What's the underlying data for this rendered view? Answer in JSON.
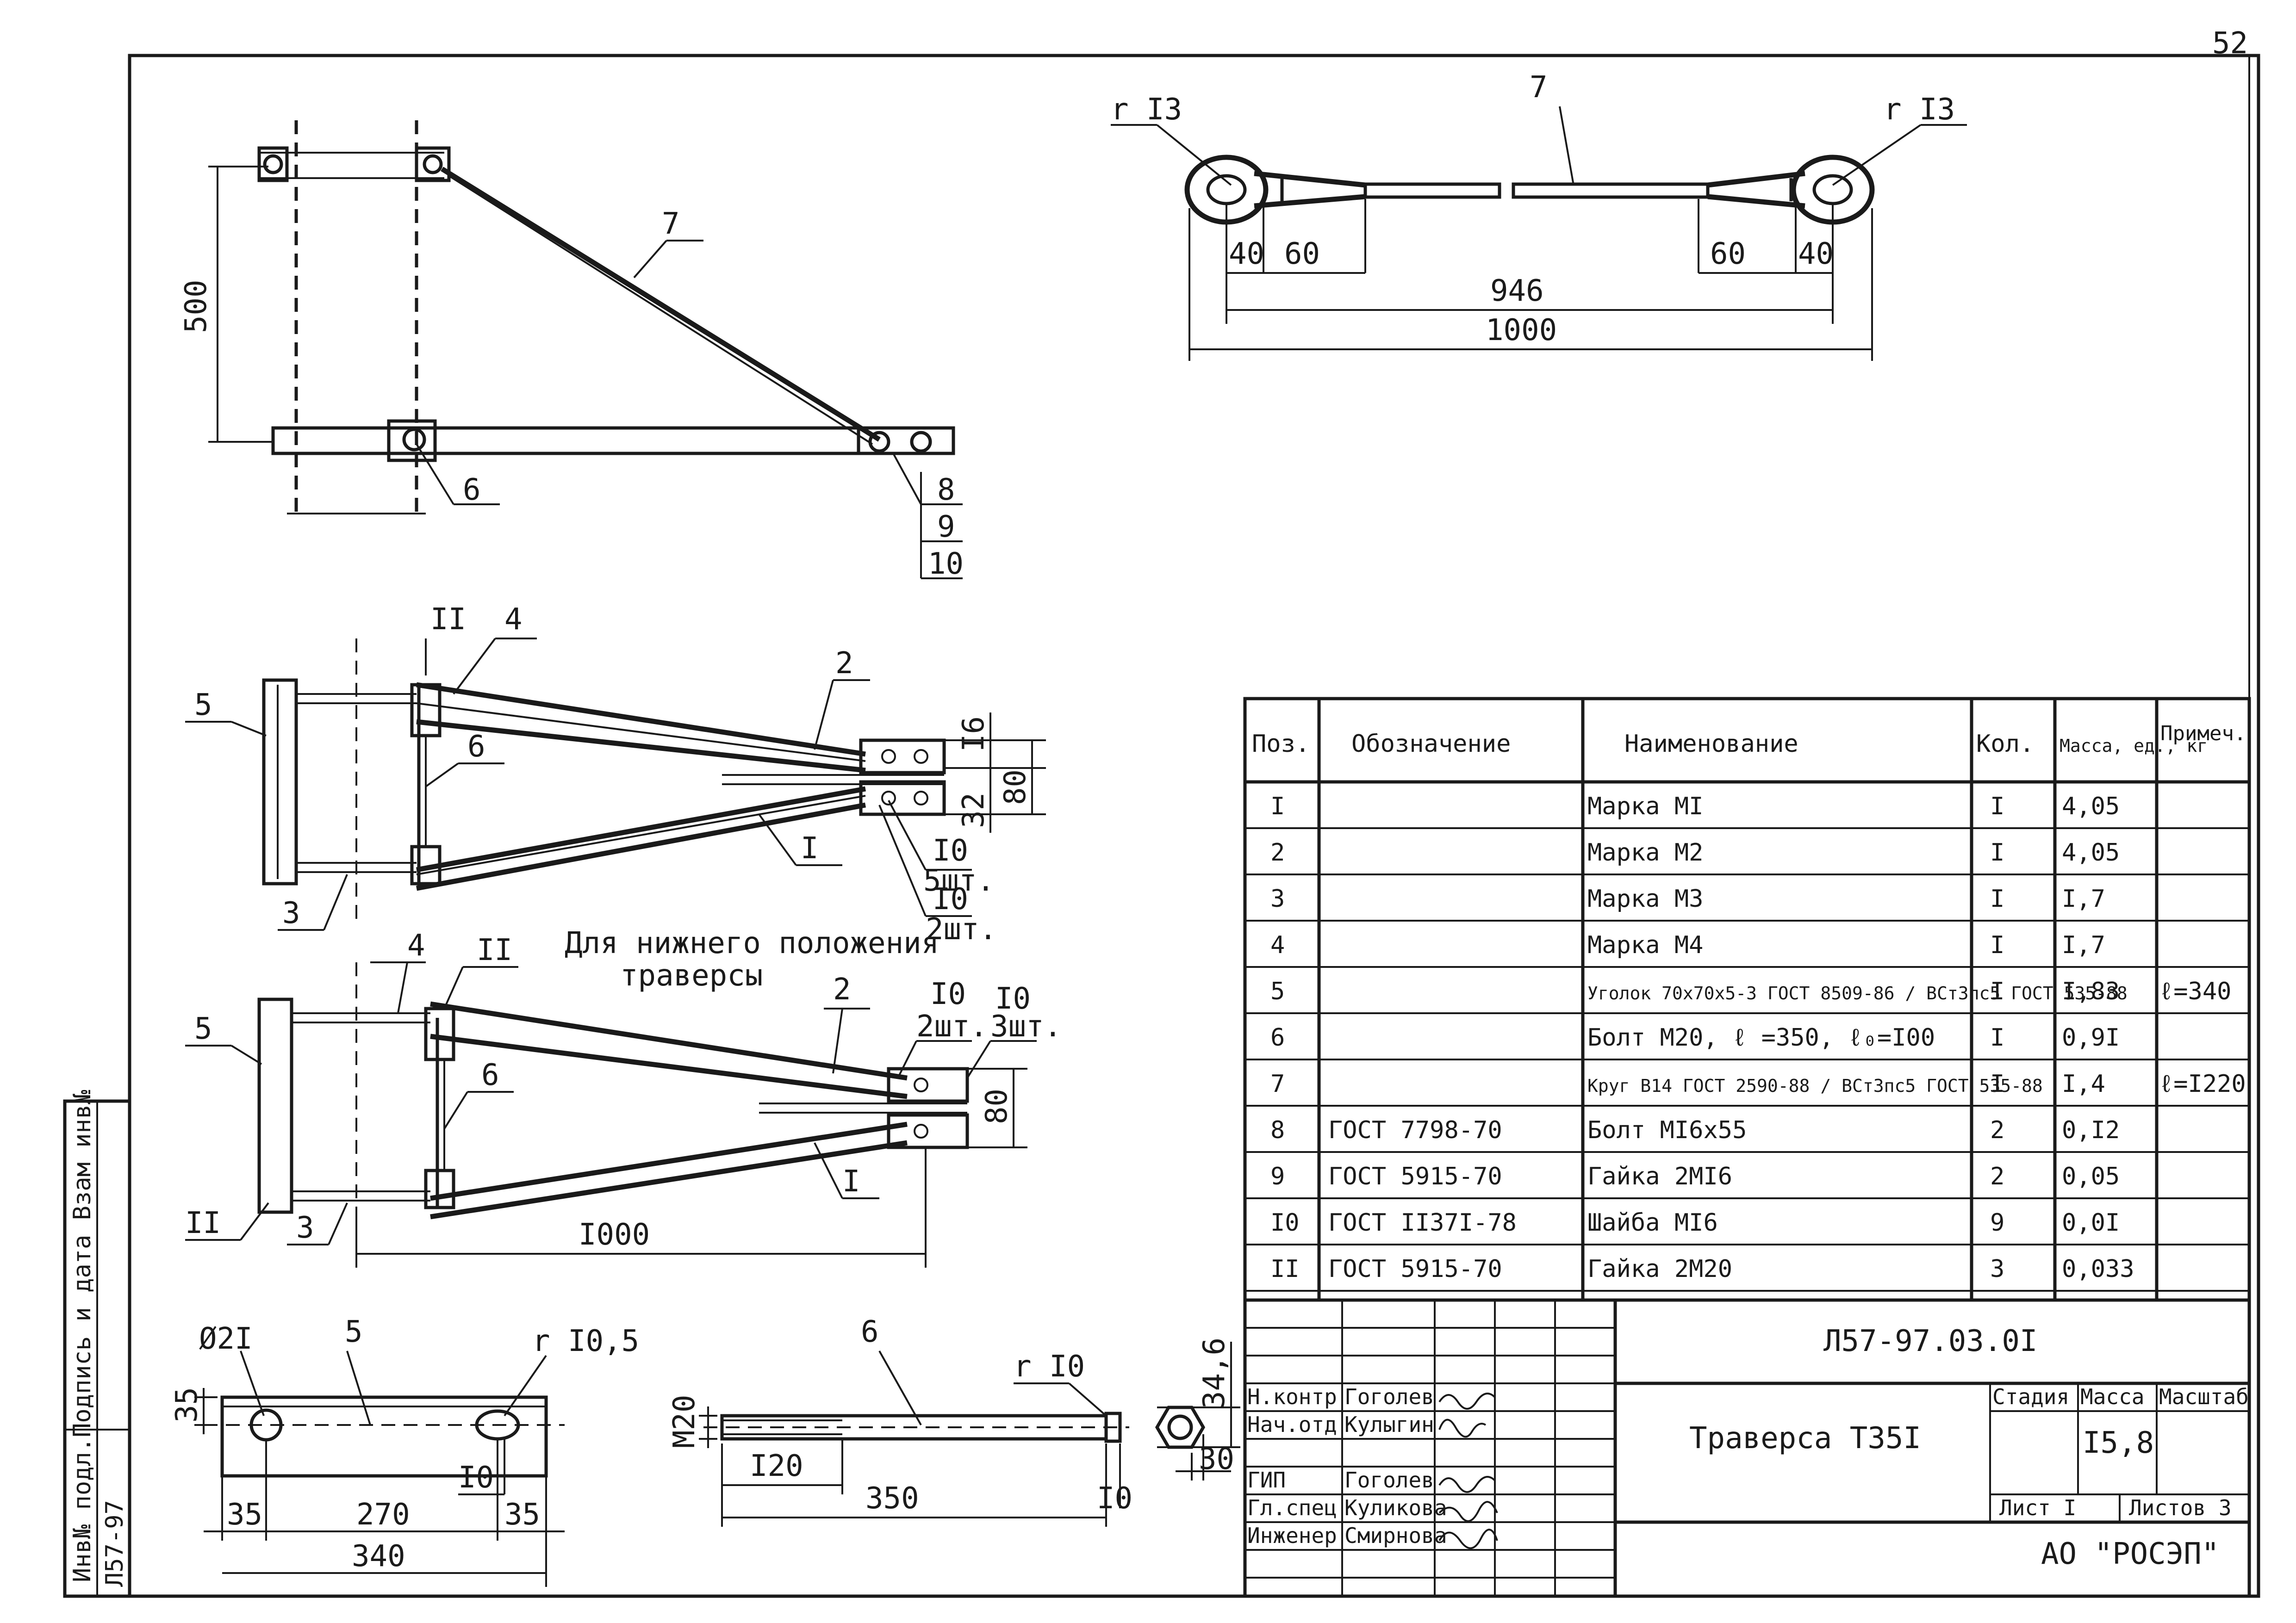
{
  "page_number": "52",
  "side_stamp": {
    "label": "Инв№ подл.Подпись и дата Взам инв№",
    "code": "Л57-97"
  },
  "view_top": {
    "dim_500": "500",
    "leaders": [
      "7",
      "6",
      "8",
      "9",
      "10"
    ]
  },
  "view_rod": {
    "radius_left": "r I3",
    "radius_right": "r I3",
    "item": "7",
    "dims": [
      "40",
      "60",
      "60",
      "40",
      "946",
      "1000"
    ]
  },
  "view_plan_upper": {
    "leaders": [
      "II",
      "4",
      "2",
      "5",
      "6",
      "I",
      "3"
    ],
    "dims": [
      "I6",
      "32",
      "80"
    ],
    "notes": [
      "I0",
      "5шт.",
      "I0",
      "2шт."
    ]
  },
  "view_plan_lower": {
    "caption_line1": "Для нижнего положения",
    "caption_line2": "траверсы",
    "leaders": [
      "4",
      "II",
      "2",
      "5",
      "6",
      "I",
      "II",
      "3"
    ],
    "notes": [
      "I0",
      "2шт.",
      "I0",
      "3шт."
    ],
    "dims": [
      "80",
      "I000"
    ]
  },
  "detail_5": {
    "item": "5",
    "hole_d": "Ø2I",
    "hole_r": "r I0,5",
    "dims": [
      "35",
      "I0",
      "35",
      "270",
      "35",
      "340"
    ]
  },
  "detail_6": {
    "item": "6",
    "radius": "r I0",
    "thread": "M20",
    "dims": [
      "I20",
      "350",
      "I0",
      "34,6",
      "30"
    ]
  },
  "spec_table": {
    "headers": [
      "Поз.",
      "Обозначение",
      "Наименование",
      "Кол.",
      "Масса, ед., кг",
      "Примеч."
    ],
    "rows": [
      [
        "I",
        "",
        "Марка МI",
        "I",
        "4,05",
        ""
      ],
      [
        "2",
        "",
        "Марка М2",
        "I",
        "4,05",
        ""
      ],
      [
        "3",
        "",
        "Марка М3",
        "I",
        "I,7",
        ""
      ],
      [
        "4",
        "",
        "Марка М4",
        "I",
        "I,7",
        ""
      ],
      [
        "5",
        "",
        "Уголок 70х70х5-3 ГОСТ 8509-86 / ВСт3пс5 ГОСТ 535-88",
        "I",
        "I,83",
        "ℓ=340"
      ],
      [
        "6",
        "",
        "Болт М20, ℓ =350, ℓ₀=I00",
        "I",
        "0,9I",
        ""
      ],
      [
        "7",
        "",
        "Круг В14 ГОСТ 2590-88 / ВСт3пс5 ГОСТ 535-88",
        "I",
        "I,4",
        "ℓ=I220"
      ],
      [
        "8",
        "ГОСТ 7798-70",
        "Болт МI6х55",
        "2",
        "0,I2",
        ""
      ],
      [
        "9",
        "ГОСТ 5915-70",
        "Гайка 2МI6",
        "2",
        "0,05",
        ""
      ],
      [
        "I0",
        "ГОСТ II37I-78",
        "Шайба МI6",
        "9",
        "0,0I",
        ""
      ],
      [
        "II",
        "ГОСТ 5915-70",
        "Гайка 2М20",
        "3",
        "0,033",
        ""
      ]
    ]
  },
  "title_block": {
    "document_code": "Л57-97.03.0I",
    "title": "Траверса Т35I",
    "stage_header": "Стадия",
    "mass_header": "Масса",
    "scale_header": "Масштаб",
    "mass_value": "I5,8",
    "sheet_label": "Лист I",
    "sheets_label": "Листов 3",
    "organization": "АО \"РОСЭП\"",
    "signatures": [
      {
        "role": "Н.контр",
        "name": "Гоголев"
      },
      {
        "role": "Нач.отд",
        "name": "Кулыгин"
      },
      {
        "role": "ГИП",
        "name": "Гоголев"
      },
      {
        "role": "Гл.спец",
        "name": "Куликова"
      },
      {
        "role": "Инженер",
        "name": "Смирнова"
      }
    ]
  }
}
